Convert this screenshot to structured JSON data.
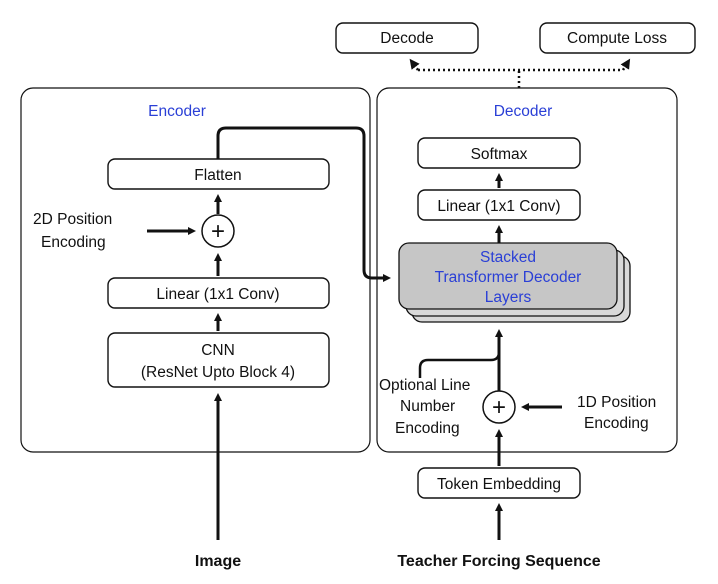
{
  "encoder": {
    "title": "Encoder",
    "flatten": "Flatten",
    "plus": "+",
    "pos_line1": "2D Position",
    "pos_line2": "Encoding",
    "linear": "Linear (1x1 Conv)",
    "cnn_line1": "CNN",
    "cnn_line2": "(ResNet Upto Block 4)"
  },
  "decoder": {
    "title": "Decoder",
    "softmax": "Softmax",
    "linear": "Linear (1x1 Conv)",
    "stack_line1": "Stacked",
    "stack_line2": "Transformer Decoder",
    "stack_line3": "Layers",
    "plus": "+",
    "optional_line1": "Optional Line",
    "optional_line2": "Number",
    "optional_line3": "Encoding",
    "pos_line1": "1D Position",
    "pos_line2": "Encoding",
    "token_embedding": "Token Embedding"
  },
  "outputs": {
    "decode": "Decode",
    "compute_loss": "Compute Loss"
  },
  "inputs": {
    "image": "Image",
    "teacher_forcing": "Teacher Forcing Sequence"
  }
}
